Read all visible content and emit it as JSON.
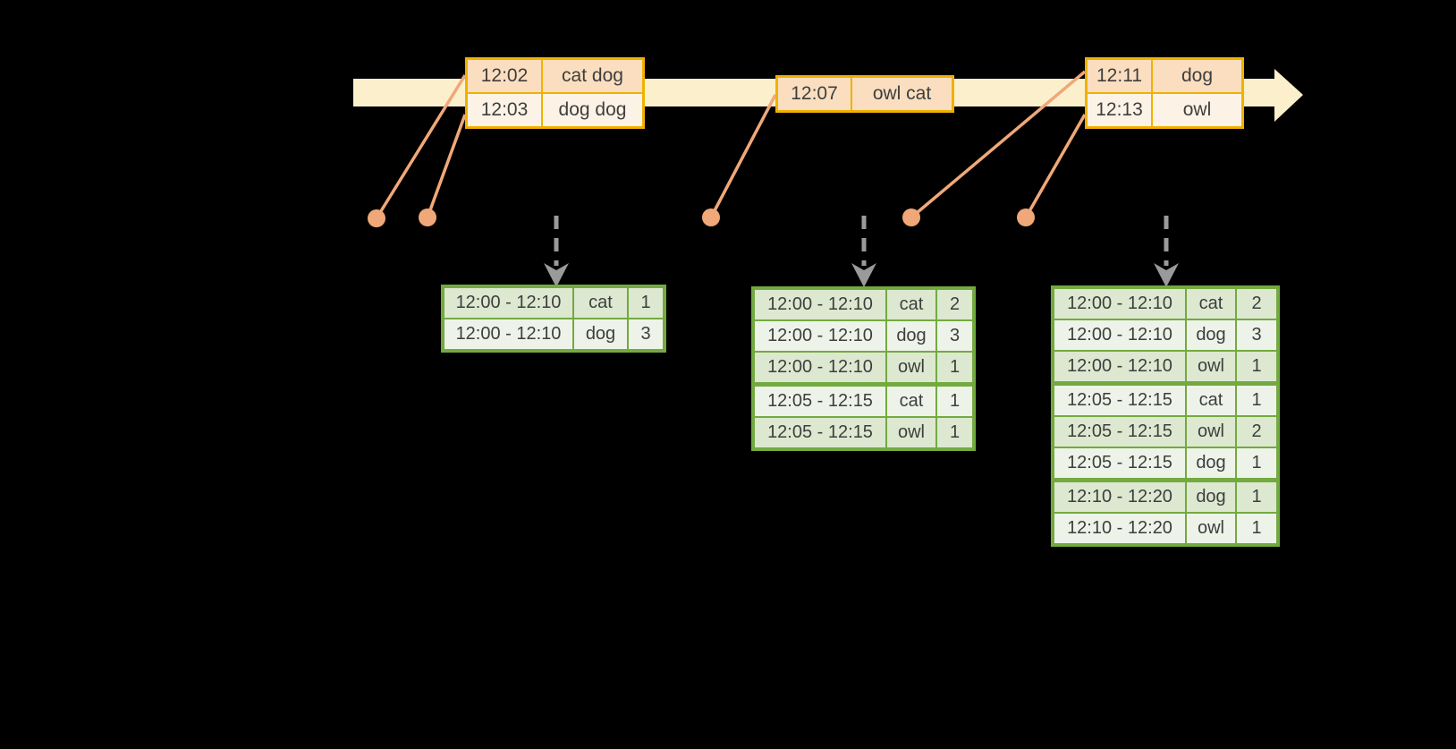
{
  "colors": {
    "background": "#000000",
    "timeline": "#FBF0CB",
    "orange_border": "#F0B100",
    "orange_row_dark": "#FADEBF",
    "orange_row_light": "#FCF3E6",
    "salmon": "#F0A878",
    "gray_arrow": "#9A9A9A",
    "green_border": "#73AA40",
    "green_row_dark": "#DCE8D0",
    "green_row_light": "#EEF3E9",
    "text": "#3E3E3E"
  },
  "input_batches": [
    {
      "rows": [
        {
          "time": "12:02",
          "words": "cat dog"
        },
        {
          "time": "12:03",
          "words": "dog dog"
        }
      ]
    },
    {
      "rows": [
        {
          "time": "12:07",
          "words": "owl cat"
        }
      ]
    },
    {
      "rows": [
        {
          "time": "12:11",
          "words": "dog"
        },
        {
          "time": "12:13",
          "words": "owl"
        }
      ]
    }
  ],
  "result_tables": [
    {
      "rows": [
        {
          "window": "12:00 - 12:10",
          "word": "cat",
          "count": "1"
        },
        {
          "window": "12:00 - 12:10",
          "word": "dog",
          "count": "3"
        }
      ]
    },
    {
      "rows": [
        {
          "window": "12:00 - 12:10",
          "word": "cat",
          "count": "2"
        },
        {
          "window": "12:00 - 12:10",
          "word": "dog",
          "count": "3"
        },
        {
          "window": "12:00 - 12:10",
          "word": "owl",
          "count": "1"
        },
        {
          "window": "12:05 - 12:15",
          "word": "cat",
          "count": "1"
        },
        {
          "window": "12:05 - 12:15",
          "word": "owl",
          "count": "1"
        }
      ]
    },
    {
      "rows": [
        {
          "window": "12:00 - 12:10",
          "word": "cat",
          "count": "2"
        },
        {
          "window": "12:00 - 12:10",
          "word": "dog",
          "count": "3"
        },
        {
          "window": "12:00 - 12:10",
          "word": "owl",
          "count": "1"
        },
        {
          "window": "12:05 - 12:15",
          "word": "cat",
          "count": "1"
        },
        {
          "window": "12:05 - 12:15",
          "word": "owl",
          "count": "2"
        },
        {
          "window": "12:05 - 12:15",
          "word": "dog",
          "count": "1"
        },
        {
          "window": "12:10 - 12:20",
          "word": "dog",
          "count": "1"
        },
        {
          "window": "12:10 - 12:20",
          "word": "owl",
          "count": "1"
        }
      ]
    }
  ]
}
